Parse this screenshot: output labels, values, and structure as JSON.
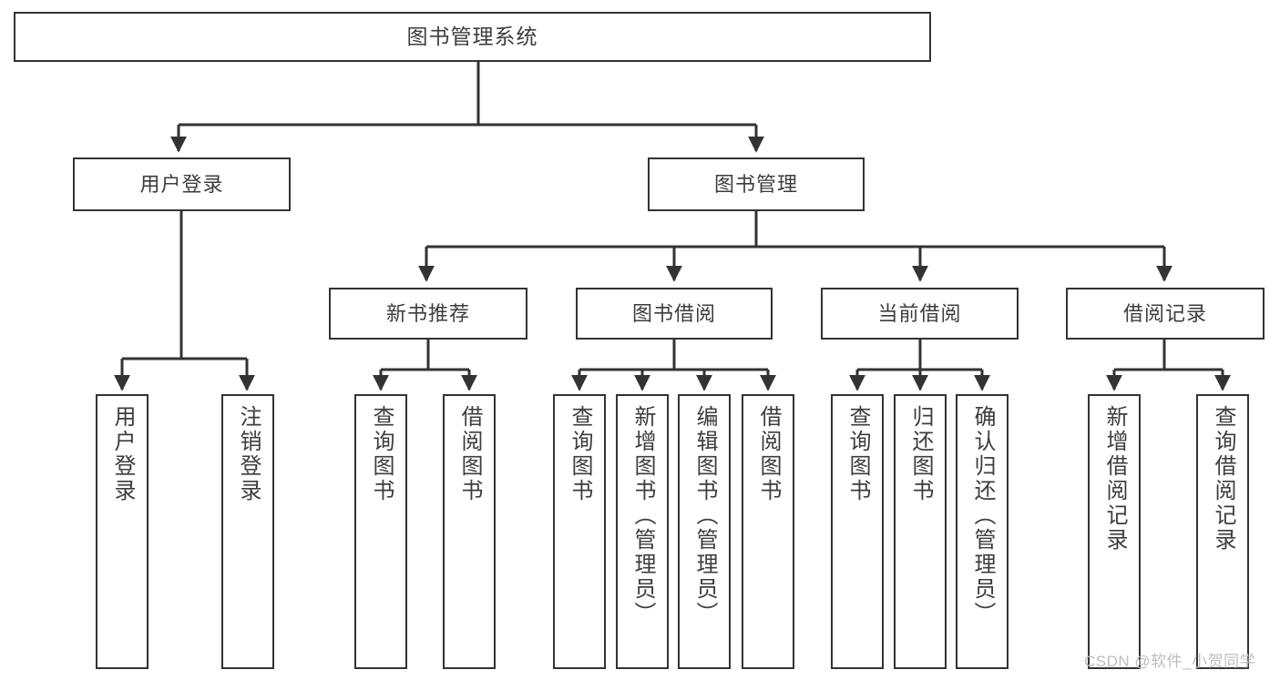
{
  "diagram": {
    "title": "图书管理系统",
    "type": "tree-hierarchy-chart",
    "stroke_color": "#333333",
    "text_color": "#3d3d3d",
    "background_color": "#ffffff"
  },
  "root": {
    "label": "图书管理系统"
  },
  "level1": [
    {
      "label": "用户登录"
    },
    {
      "label": "图书管理"
    }
  ],
  "level2": [
    {
      "label": "新书推荐"
    },
    {
      "label": "图书借阅"
    },
    {
      "label": "当前借阅"
    },
    {
      "label": "借阅记录"
    }
  ],
  "leaves": {
    "user_login": [
      {
        "label": "用户登录"
      },
      {
        "label": "注销登录"
      }
    ],
    "new_book_recommend": [
      {
        "label": "查询图书"
      },
      {
        "label": "借阅图书"
      }
    ],
    "book_borrow": [
      {
        "label": "查询图书"
      },
      {
        "label": "新增图书（管理员）"
      },
      {
        "label": "编辑图书（管理员）"
      },
      {
        "label": "借阅图书"
      }
    ],
    "current_borrow": [
      {
        "label": "查询图书"
      },
      {
        "label": "归还图书"
      },
      {
        "label": "确认归还（管理员）"
      }
    ],
    "borrow_record": [
      {
        "label": "新增借阅记录"
      },
      {
        "label": "查询借阅记录"
      }
    ]
  },
  "watermark": {
    "text": "CSDN @软件_小贺同学"
  }
}
